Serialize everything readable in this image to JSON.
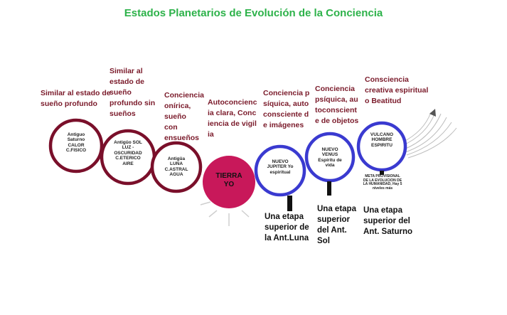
{
  "title": "Estados Planetarios de Evolución de la Conciencia",
  "colors": {
    "title": "#2db24a",
    "description": "#7a1a2a",
    "past_circle": "#7a0f2a",
    "earth_fill": "#c8185a",
    "future_circle": "#3a3ad0"
  },
  "descriptions": {
    "saturno": "Similar al estado de sueño profundo",
    "sol": "Similar al estado de sueño profundo sin sueños",
    "luna": "Conciencia onírica, sueño con ensueños",
    "tierra": "Autoconciencia clara, Conciencia de vigilia",
    "jupiter": "Conciencia psíquica, autoconsciente de imágenes",
    "venus": "Conciencia psíquica, autoconsciente de objetos",
    "vulcano": "Consciencia creativa espiritual o Beatitud"
  },
  "circles": {
    "saturno": "Antiguo Saturno CALOR C.FISICO",
    "sol": "Antigüo SOL LUZ - OSCURIDAD C.ETERICO AIRE",
    "luna": "Antigüa LUNA C.ASTRAL AGUA",
    "tierra": "TIERRA YO",
    "jupiter": "NUEVO JUPITER Yo espiritual",
    "venus": "NUEVO VENUS Espíritu de vida",
    "vulcano": "VULCANO HOMBRE ESPIRITU"
  },
  "stages": {
    "jupiter": "Una etapa superior de la Ant.Luna",
    "venus": "Una etapa superior del Ant. Sol",
    "vulcano": "Una etapa superior del Ant. Saturno"
  },
  "meta_note": "META PROVISIONAL DE LA EVOLUCION DE LA HUMANIDAD, Hay 5 niveles más"
}
